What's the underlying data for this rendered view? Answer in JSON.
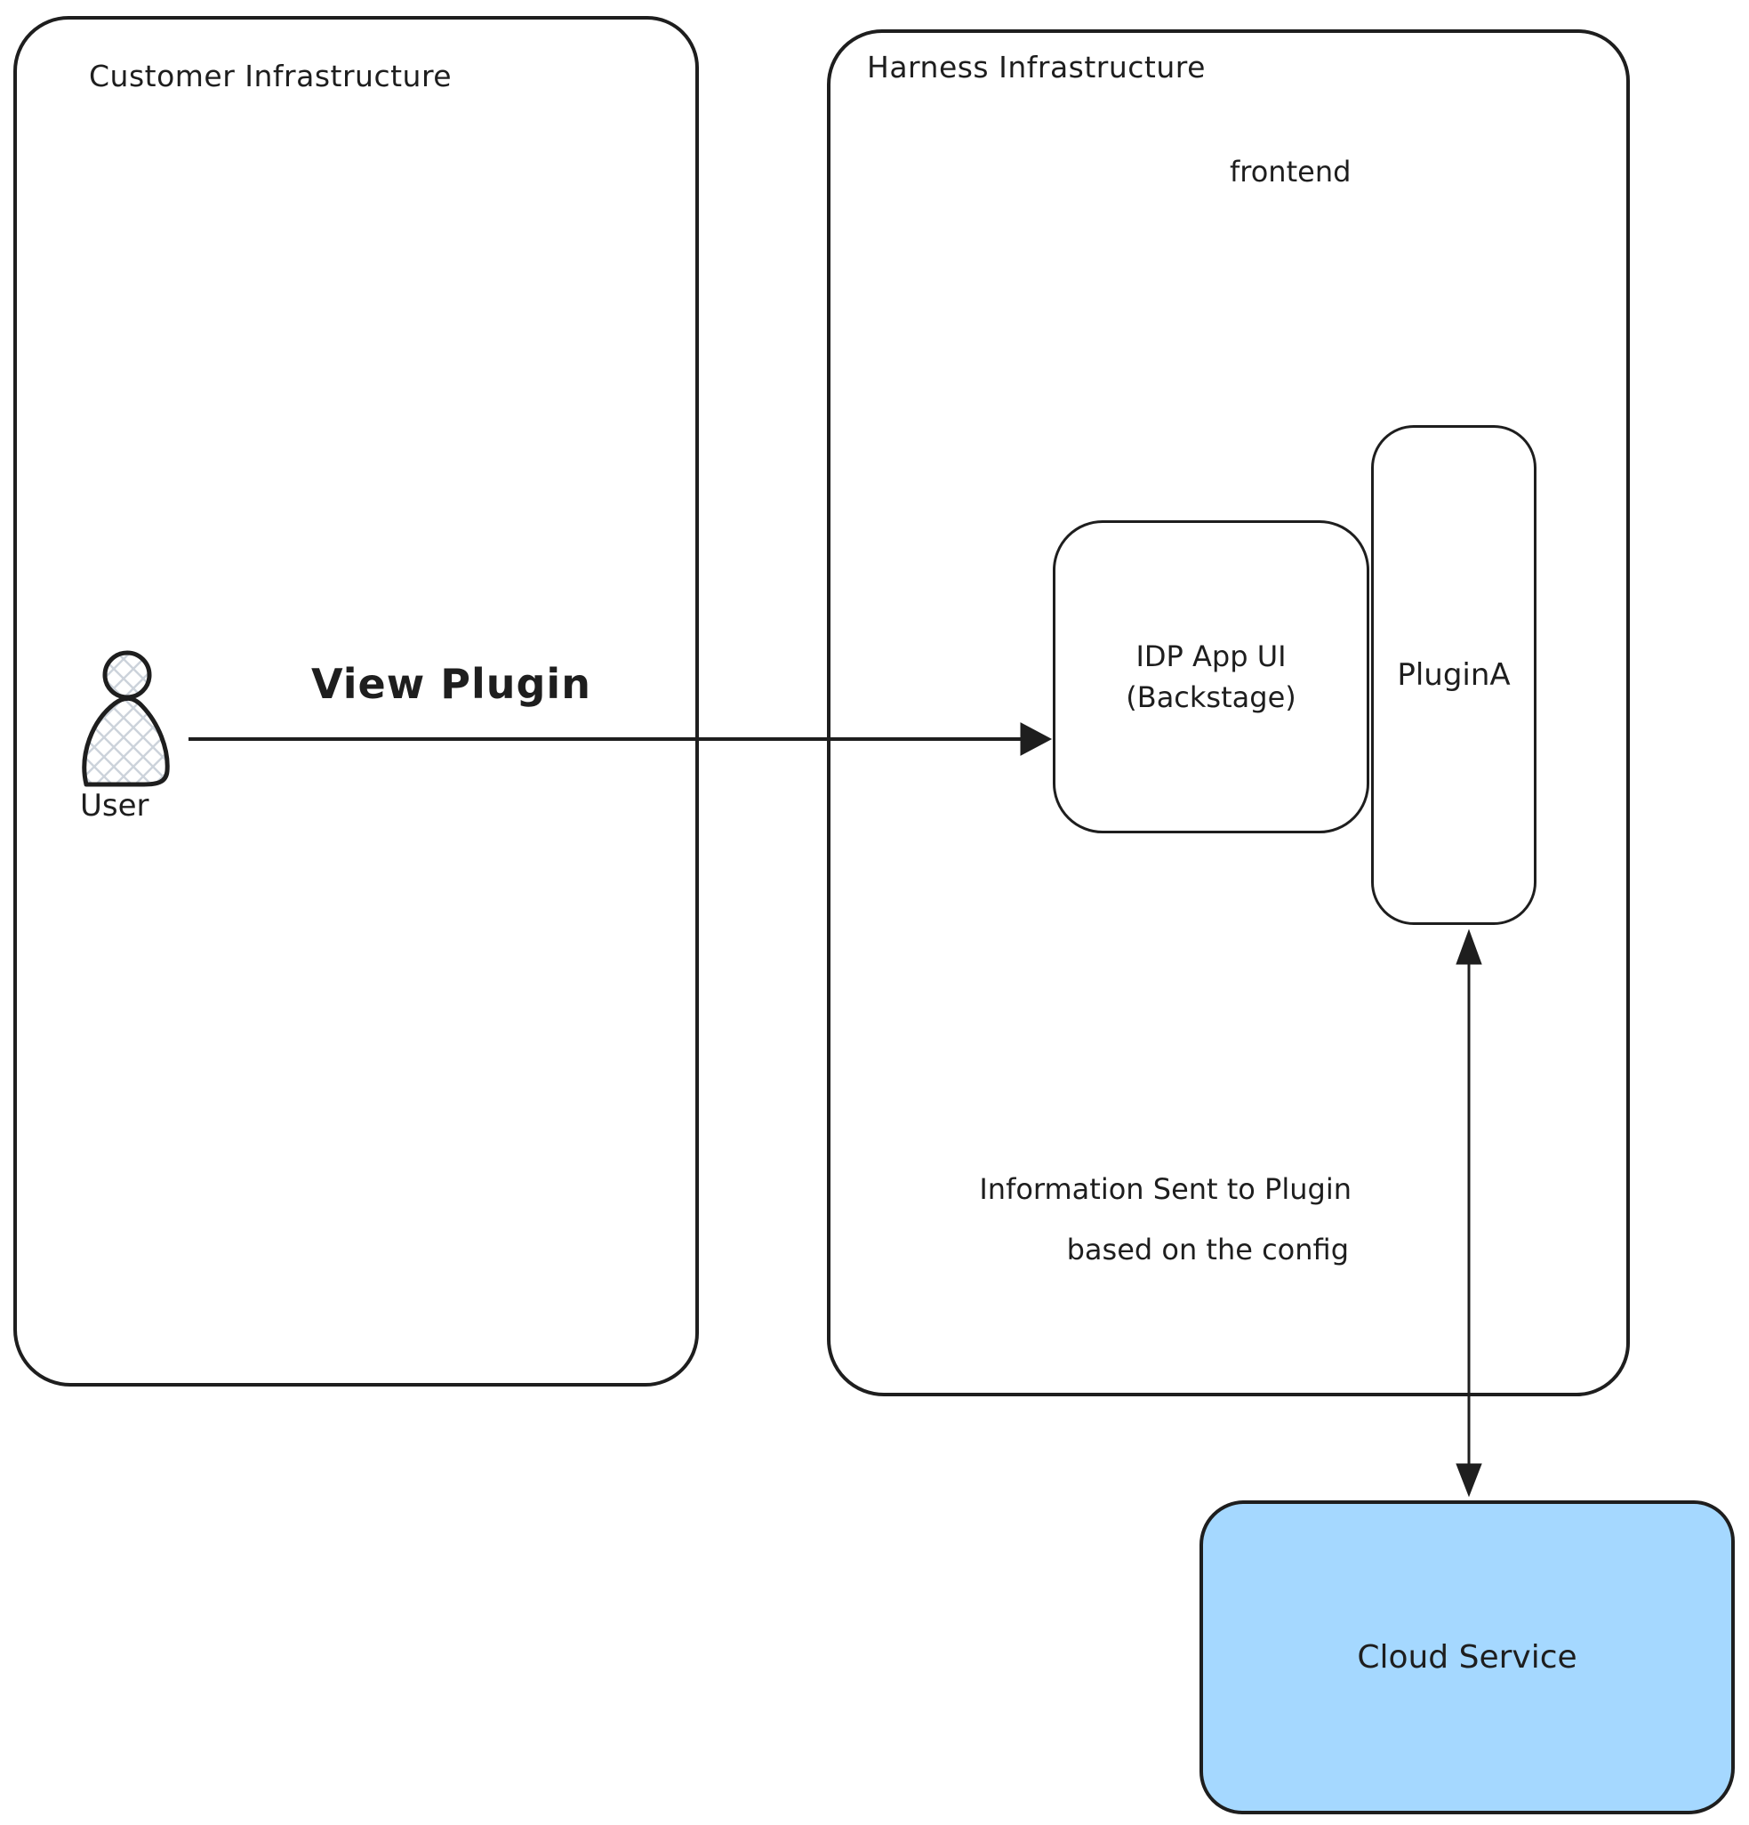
{
  "colors": {
    "stroke": "#1e1e1e",
    "cloud_fill": "#a5d8ff",
    "hatch": "#ccd3db",
    "background": "#ffffff"
  },
  "diagram": {
    "customer": {
      "title": "Customer Infrastructure"
    },
    "harness": {
      "title": "Harness Infrastructure",
      "frontend_label": "frontend"
    },
    "user": {
      "label": "User"
    },
    "view_plugin_arrow": {
      "label": "View Plugin"
    },
    "idp_node": {
      "line1": "IDP App UI",
      "line2": "(Backstage)"
    },
    "plugin_node": {
      "label": "PluginA"
    },
    "info_arrow": {
      "line1": "Information Sent to Plugin",
      "line2": "based on the config"
    },
    "cloud_node": {
      "label": "Cloud Service"
    }
  }
}
